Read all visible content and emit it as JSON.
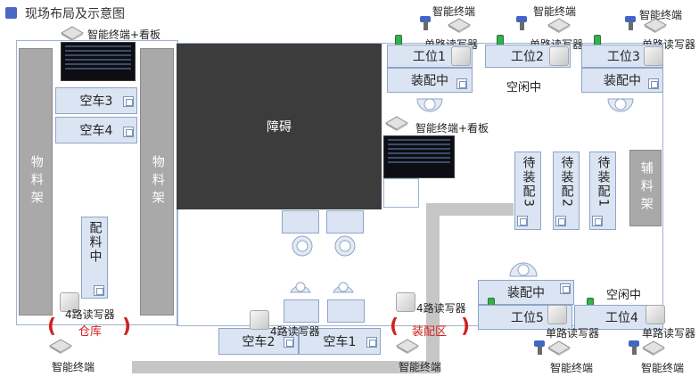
{
  "title": "现场布局及示意图",
  "areas": {
    "warehouse": "仓库",
    "assembly": "装配区"
  },
  "shelf": "物料架",
  "aux_shelf": "辅料架",
  "obstacle": "障碍",
  "cart3": "空车3",
  "cart4": "空车4",
  "cart2": "空车2",
  "cart1": "空车1",
  "picking": "配料中",
  "stations": {
    "s1": "工位1",
    "s2": "工位2",
    "s3": "工位3",
    "s4": "工位4",
    "s5": "工位5"
  },
  "assembling": "装配中",
  "idle": "空闲中",
  "waiting": {
    "w3": "待装配3",
    "w2": "待装配2",
    "w1": "待装配1"
  },
  "devices": {
    "terminal": "智能终端",
    "terminal_board": "智能终端+看板",
    "reader4": "4路读写器",
    "reader1": "单路读写器"
  },
  "colors": {
    "wall": "#9fb3cf",
    "cell": "#dbe4f3",
    "shelf": "#a9a9a9",
    "obstacle": "#3c3c3c",
    "path": "#c6c6c6",
    "accent": "#d42020"
  }
}
